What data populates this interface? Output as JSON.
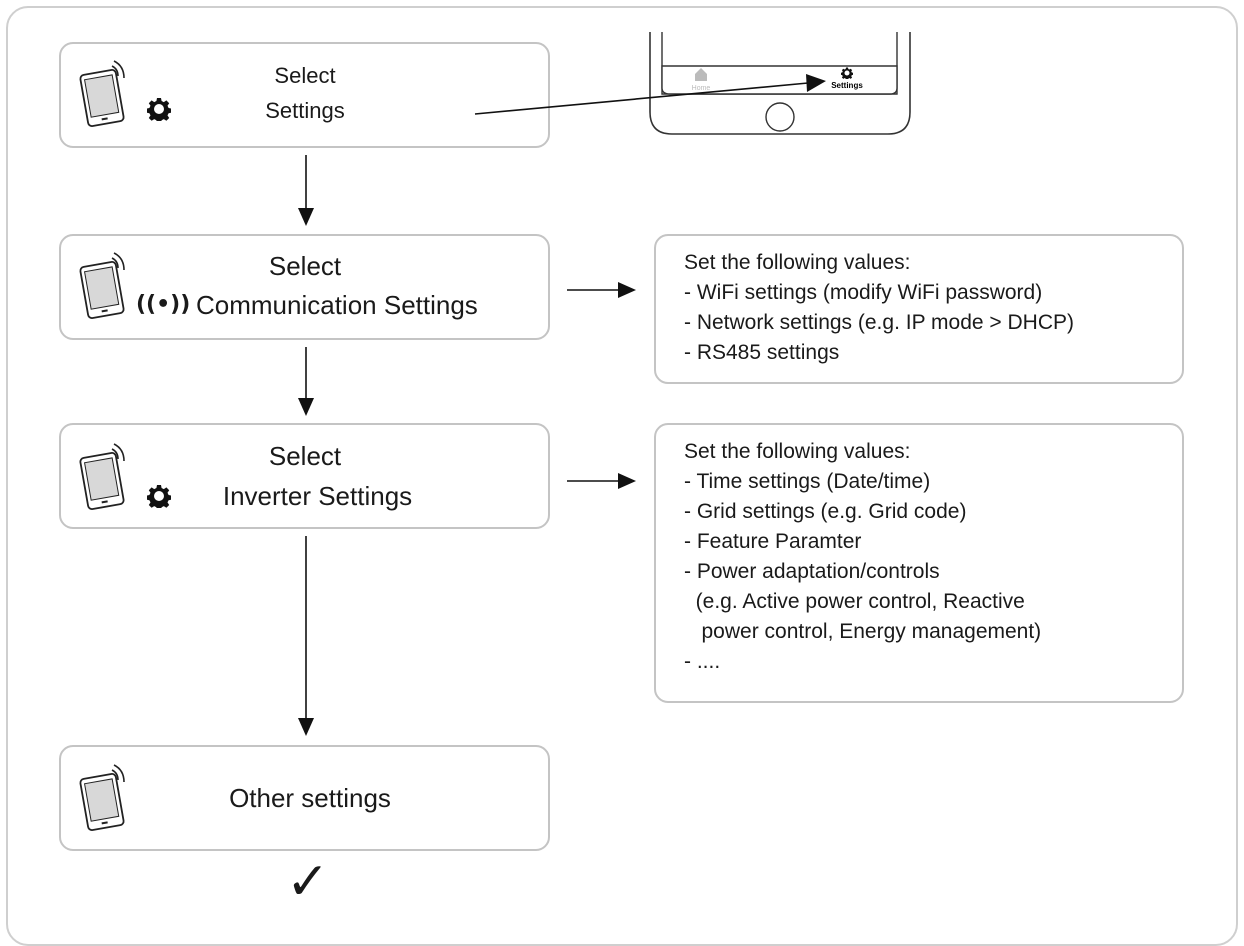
{
  "steps": [
    {
      "line1": "Select",
      "line2": "Settings"
    },
    {
      "line1": "Select",
      "line2": "Communication Settings"
    },
    {
      "line1": "Select",
      "line2": "Inverter Settings"
    },
    {
      "line1": "Other settings"
    }
  ],
  "phone_mock": {
    "home_label": "Home",
    "settings_label": "Settings"
  },
  "info_boxes": [
    {
      "lines": [
        "Set the following values:",
        "- WiFi settings (modify WiFi password)",
        "- Network settings (e.g. IP mode > DHCP)",
        "- RS485 settings"
      ]
    },
    {
      "lines": [
        "Set the following values:",
        "- Time settings (Date/time)",
        "- Grid settings (e.g. Grid code)",
        "- Feature Paramter",
        "- Power adaptation/controls",
        "  (e.g. Active power control, Reactive",
        "   power control, Energy management)",
        "- ...."
      ]
    }
  ],
  "icons": {
    "tablet": "tablet-wireless-icon",
    "gear": "gear-icon",
    "broadcast": "broadcast-icon",
    "done": "checkmark-icon"
  },
  "done_mark": "✓"
}
